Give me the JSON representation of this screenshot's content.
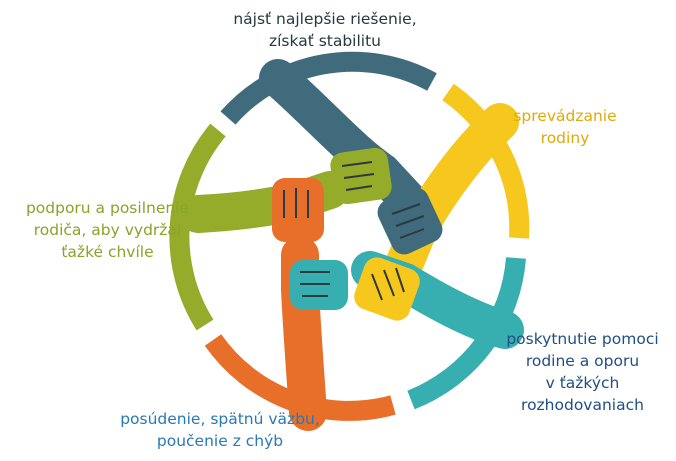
{
  "colors": {
    "slate": "#3f6b7d",
    "yellow": "#f6c71d",
    "teal": "#37aeb0",
    "orange": "#e86f2a",
    "olive": "#95ac2a",
    "blue": "#2a78b5",
    "navy": "#1f4f82",
    "skin_shadow": "#2b3a3f"
  },
  "labels": {
    "top": {
      "lines": [
        "nájsť najlepšie riešenie,",
        "získať stabilitu"
      ],
      "color": "#27393f"
    },
    "right": {
      "lines": [
        "sprevádzanie",
        "rodiny"
      ],
      "color": "#e0a90a"
    },
    "left": {
      "lines": [
        "podporu a posilnenie",
        "rodiča, aby vydržal",
        "ťažké chvíle"
      ],
      "color": "#8aa32a"
    },
    "bottom_right": {
      "lines": [
        "poskytnutie pomoci",
        "rodine a oporu",
        "v ťažkých",
        "rozhodovaniach"
      ],
      "color": "#1f4f82"
    },
    "bottom": {
      "lines": [
        "posúdenie, spätnú väzbu,",
        "poučenie z chýb"
      ],
      "color": "#2a78b5"
    }
  },
  "icons": {
    "center": "interlocked-hands-icon"
  }
}
